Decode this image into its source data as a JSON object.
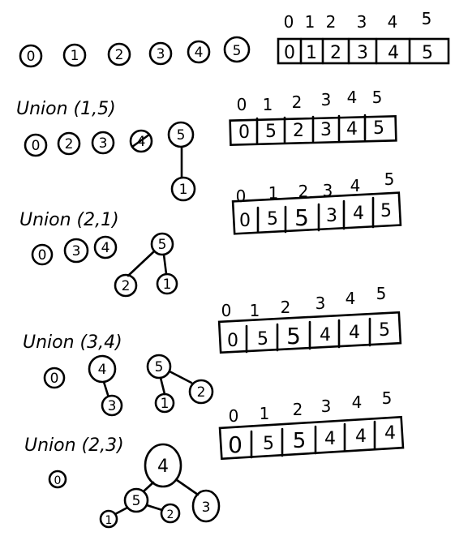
{
  "steps": [
    {
      "label": "",
      "roots": [
        "0",
        "1",
        "2",
        "3",
        "4",
        "5"
      ],
      "indices": [
        "0",
        "1",
        "2",
        "3",
        "4",
        "5"
      ],
      "values": [
        "0",
        "1",
        "2",
        "3",
        "4",
        "5"
      ]
    },
    {
      "label": "Union (1,5)",
      "roots": [
        "0",
        "2",
        "3",
        "4",
        "5"
      ],
      "tree_children": [
        "1"
      ],
      "indices": [
        "0",
        "1",
        "2",
        "3",
        "4",
        "5"
      ],
      "values": [
        "0",
        "5",
        "2",
        "3",
        "4",
        "5"
      ]
    },
    {
      "label": "Union (2,1)",
      "roots": [
        "0",
        "3",
        "4"
      ],
      "tree_root": "5",
      "tree_children": [
        "2",
        "1"
      ],
      "indices": [
        "0",
        "1",
        "2",
        "3",
        "4",
        "5"
      ],
      "values": [
        "0",
        "5",
        "5",
        "3",
        "4",
        "5"
      ]
    },
    {
      "label": "Union (3,4)",
      "roots": [
        "0"
      ],
      "tree_a_root": "4",
      "tree_a_child": "3",
      "tree_b_root": "5",
      "tree_b_children": [
        "1",
        "2"
      ],
      "indices": [
        "0",
        "1",
        "2",
        "3",
        "4",
        "5"
      ],
      "values": [
        "0",
        "5",
        "5",
        "4",
        "4",
        "5"
      ]
    },
    {
      "label": "Union (2,3)",
      "roots": [
        "0"
      ],
      "tree_root": "4",
      "tree_mid": "5",
      "tree_leaf_a": "1",
      "tree_leaf_b": "2",
      "tree_right": "3",
      "indices": [
        "0",
        "1",
        "2",
        "3",
        "4",
        "5"
      ],
      "values": [
        "0",
        "5",
        "5",
        "4",
        "4",
        "4"
      ]
    }
  ]
}
